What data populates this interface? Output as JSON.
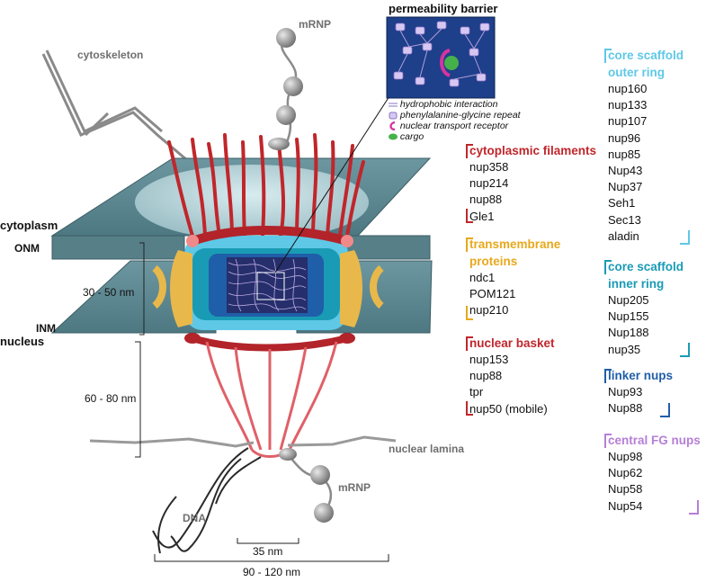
{
  "labels": {
    "cytoskeleton": "cytoskeleton",
    "mrnp_top": "mRNP",
    "mrnp_bottom": "mRNP",
    "cytoplasm": "cytoplasm",
    "onm": "ONM",
    "inm": "INM",
    "nucleus": "nucleus",
    "nuclear_lamina": "nuclear lamina",
    "dna": "DNA",
    "dim_30_50": "30 - 50 nm",
    "dim_60_80": "60 - 80 nm",
    "dim_35": "35 nm",
    "dim_90_120": "90 - 120 nm"
  },
  "permeability": {
    "title": "permeability barrier",
    "legend": [
      {
        "text": "hydrophobic interaction",
        "icon": "hydrophobic-line-icon"
      },
      {
        "text": "phenylalanine-glycine repeat",
        "icon": "fg-repeat-icon"
      },
      {
        "text": "nuclear transport receptor",
        "icon": "receptor-icon"
      },
      {
        "text": "cargo",
        "icon": "cargo-icon"
      }
    ]
  },
  "groups": {
    "cytoplasmic": {
      "title": "cytoplasmic filaments",
      "color": "#c0262b",
      "items": [
        "nup358",
        "nup214",
        "nup88",
        "Gle1"
      ]
    },
    "transmembrane": {
      "title_1": "transmembrane",
      "title_2": "proteins",
      "color": "#e8a81c",
      "items": [
        "ndc1",
        "POM121",
        "nup210"
      ]
    },
    "basket": {
      "title": "nuclear basket",
      "color": "#c0262b",
      "items": [
        "nup153",
        "nup88",
        "tpr",
        "nup50 (mobile)"
      ]
    },
    "outer": {
      "title_1": "core scaffold",
      "title_2": "outer ring",
      "color": "#5ec8e6",
      "items": [
        "nup160",
        "nup133",
        "nup107",
        "nup96",
        "nup85",
        "Nup43",
        "Nup37",
        "Seh1",
        "Sec13",
        "aladin"
      ]
    },
    "inner": {
      "title_1": "core scaffold",
      "title_2": "inner ring",
      "color": "#1a9bb5",
      "items": [
        "Nup205",
        "Nup155",
        "Nup188",
        "nup35"
      ]
    },
    "linker": {
      "title": "linker nups",
      "color": "#1f5ea8",
      "items": [
        "Nup93",
        "Nup88"
      ]
    },
    "central": {
      "title": "central FG nups",
      "color": "#b57fd6",
      "items": [
        "Nup98",
        "Nup62",
        "Nup58",
        "Nup54"
      ]
    }
  }
}
